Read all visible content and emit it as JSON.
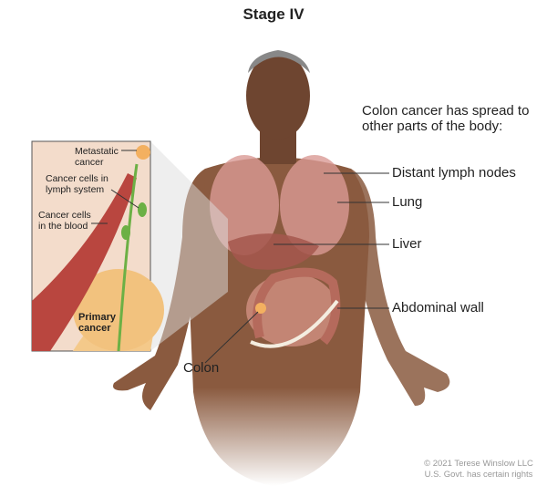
{
  "title": "Stage IV",
  "intro": "Colon cancer has spread to other parts of the body:",
  "labels": {
    "lymph": "Distant lymph nodes",
    "lung": "Lung",
    "liver": "Liver",
    "abdominal": "Abdominal wall",
    "colon": "Colon"
  },
  "inset": {
    "metastatic": "Metastatic cancer",
    "lymph_cells": "Cancer cells in lymph system",
    "blood_cells": "Cancer cells in the blood",
    "primary": "Primary cancer"
  },
  "credit": {
    "line1": "© 2021 Terese Winslow LLC",
    "line2": "U.S. Govt. has certain rights"
  }
}
